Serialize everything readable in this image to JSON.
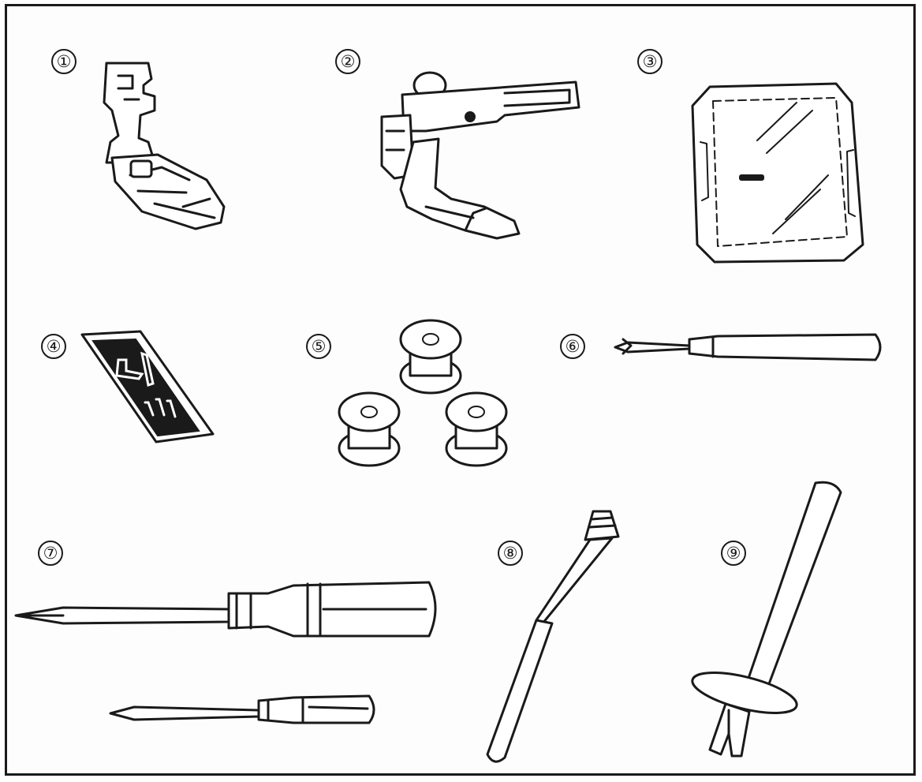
{
  "labels": [
    "①",
    "②",
    "③",
    "④",
    "⑤",
    "⑥",
    "⑦",
    "⑧",
    "⑨"
  ],
  "colors": {
    "ink": "#1a1a1a",
    "paper": "#fdfdfd"
  },
  "icons": [
    "presser-foot-icon",
    "adjustable-zipper-foot-icon",
    "buttonhole-foot-icon",
    "needle-pack-icon",
    "bobbin-icon",
    "seam-ripper-icon",
    "screwdriver-icon",
    "lint-brush-icon",
    "spool-pin-icon"
  ]
}
